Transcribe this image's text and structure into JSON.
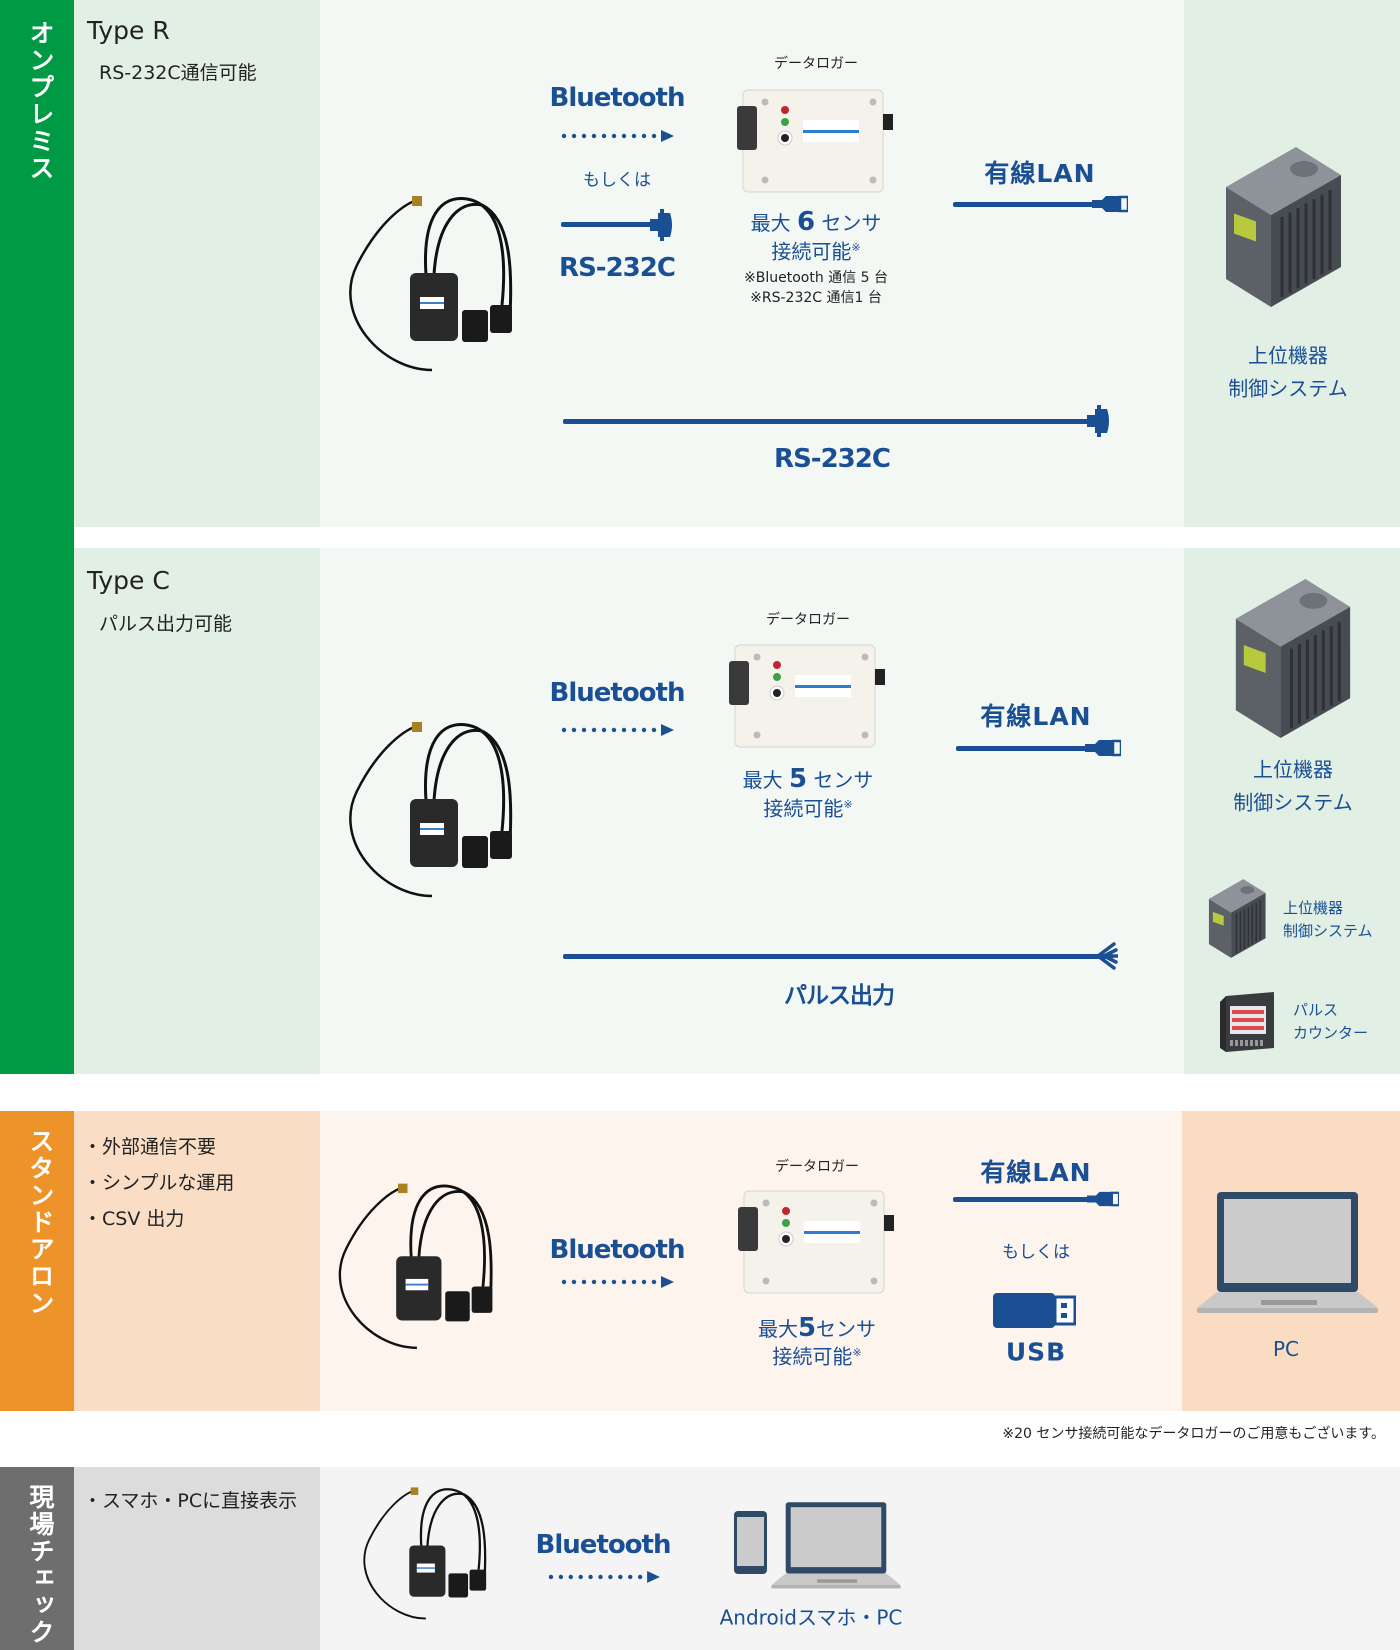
{
  "colors": {
    "accent_blue": "#1a4f93",
    "onprem_green": "#009944",
    "standalone_orange": "#ee922a",
    "fieldcheck_gray": "#6e6e6e"
  },
  "onprem": {
    "side_label": "オンプレミス",
    "type_r": {
      "title": "Type R",
      "subtitle": "RS-232C通信可能",
      "bluetooth": "Bluetooth",
      "or": "もしくは",
      "rs232c": "RS-232C",
      "logger_label": "データロガー",
      "max_sensors_pre": "最大",
      "max_sensors_num": "6",
      "max_sensors_post": "センサ",
      "connectable": "接続可能",
      "note_mark": "※",
      "note1": "※Bluetooth 通信 5 台",
      "note2": "※RS-232C 通信1 台",
      "wired_lan": "有線LAN",
      "host1": "上位機器",
      "host2": "制御システム",
      "direct_rs232c": "RS-232C"
    },
    "type_c": {
      "title": "Type C",
      "subtitle": "パルス出力可能",
      "bluetooth": "Bluetooth",
      "logger_label": "データロガー",
      "max_sensors_pre": "最大",
      "max_sensors_num": "5",
      "max_sensors_post": "センサ",
      "connectable": "接続可能",
      "note_mark": "※",
      "wired_lan": "有線LAN",
      "host1": "上位機器",
      "host2": "制御システム",
      "pulse_output": "パルス出力",
      "small_host1": "上位機器",
      "small_host2": "制御システム",
      "pulse_counter1": "パルス",
      "pulse_counter2": "カウンター"
    }
  },
  "standalone": {
    "side_label": "スタンドアロン",
    "bullets": [
      "・外部通信不要",
      "・シンプルな運用",
      "・CSV 出力"
    ],
    "bluetooth": "Bluetooth",
    "logger_label": "データロガー",
    "max_sensors_pre": "最大",
    "max_sensors_num": "5",
    "max_sensors_post": "センサ",
    "connectable": "接続可能",
    "note_mark": "※",
    "wired_lan": "有線LAN",
    "or": "もしくは",
    "usb": "USB",
    "pc": "PC",
    "footnote": "※20 センサ接続可能なデータロガーのご用意もございます。"
  },
  "fieldcheck": {
    "side_label": "現場チェック",
    "bullet": "・スマホ・PCに直接表示",
    "bluetooth": "Bluetooth",
    "device_label": "Androidスマホ・PC"
  }
}
